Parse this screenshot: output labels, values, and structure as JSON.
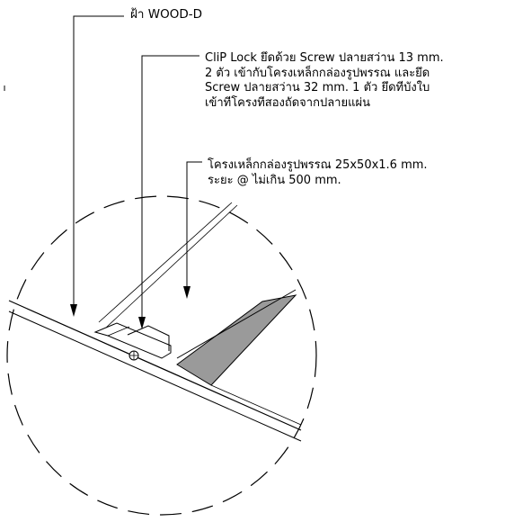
{
  "labels": {
    "wood_panel": "ฝ้า WOOD-D",
    "clip_lock": [
      "CliP Lock ยึดด้วย Screw ปลายสว่าน 13 mm.",
      "2 ตัว เข้ากับโครงเหล็กกล่องรูปพรรณ และยึด",
      "Screw  ปลายสว่าน 32 mm. 1 ตัว  ยึดทีบังใบ",
      "เข้าทีโครงทีสองถัดจากปลายแผ่น"
    ],
    "steel_frame": [
      "โครงเหล็กกล่องรูปพรรณ 25x50x1.6 mm.",
      "ระยะ @ ไม่เกิน 500 mm."
    ]
  },
  "colors": {
    "line": "#000000",
    "steel_fill": "#9a9a9a",
    "background": "#ffffff"
  }
}
